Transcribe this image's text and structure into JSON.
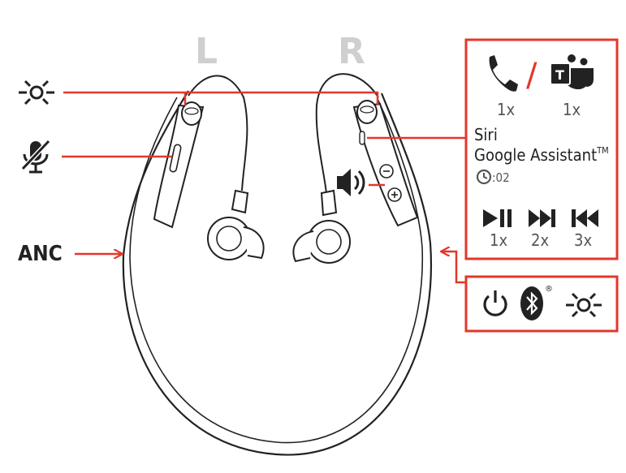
{
  "labels": {
    "left": "L",
    "right": "R",
    "anc": "ANC"
  },
  "call_panel": {
    "call_press": "1x",
    "teams_press": "1x",
    "teams_logo_letter": "T",
    "assistant_line1": "Siri",
    "assistant_line2": "Google Assistant",
    "trademark": "TM",
    "hold_time": ":02",
    "play_press": "1x",
    "next_press": "2x",
    "prev_press": "3x"
  },
  "power_panel": {
    "registered": "®"
  },
  "icons": [
    "led-light-icon",
    "mic-mute-icon",
    "volume-icon",
    "call-icon",
    "teams-icon",
    "clock-icon",
    "play-pause-icon",
    "next-track-icon",
    "previous-track-icon",
    "power-icon",
    "bluetooth-icon",
    "led-light-icon"
  ],
  "colors": {
    "accent": "#e3372a",
    "line": "#222222",
    "muted": "#cfcfcf",
    "secondary_text": "#555555"
  }
}
